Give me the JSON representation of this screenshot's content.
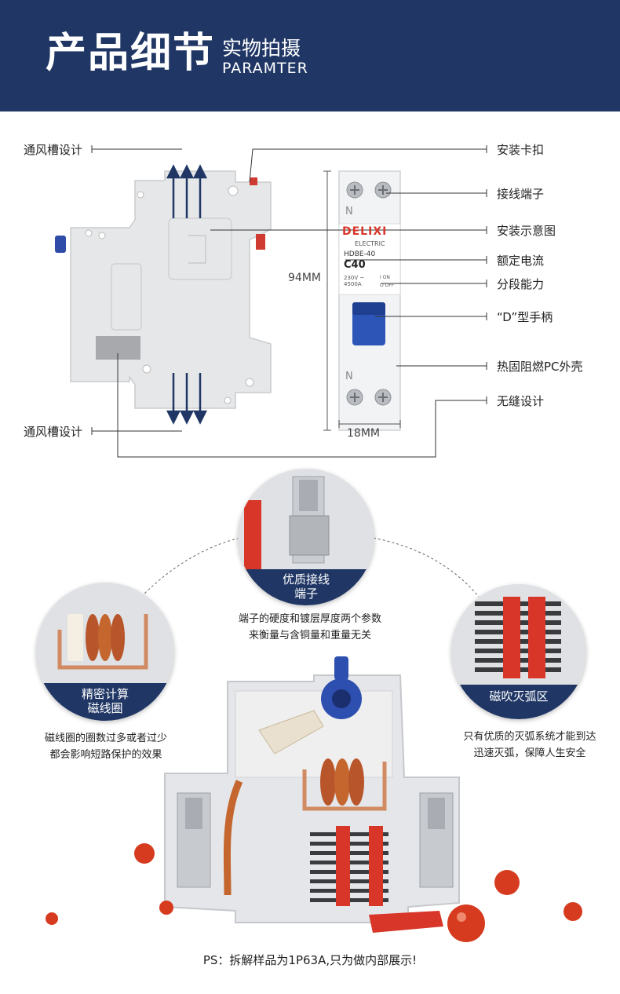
{
  "header": {
    "title": "产品细节",
    "subtitle_cn": "实物拍摄",
    "subtitle_en": "PARAMTER"
  },
  "callouts": {
    "left_top": "通风槽设计",
    "left_bottom": "通风槽设计",
    "right": [
      "安装卡扣",
      "接线端子",
      "安装示意图",
      "额定电流",
      "分段能力",
      "“D”型手柄",
      "热固阻燃PC外壳",
      "无缝设计"
    ]
  },
  "dimensions": {
    "height": "94MM",
    "width": "18MM"
  },
  "device_label": {
    "brand": "DELIXI",
    "sub": "ELECTRIC",
    "model": "HDBE-40",
    "rating": "C40",
    "voltage": "230V ~",
    "breaking": "4500A",
    "on": "I ON",
    "off": "O OFF",
    "neutral": "N"
  },
  "details": {
    "terminal": {
      "title_line1": "优质接线",
      "title_line2": "端子",
      "desc_line1": "端子的硬度和镀层厚度两个参数",
      "desc_line2": "来衡量与含铜量和重量无关"
    },
    "coil": {
      "title_line1": "精密计算",
      "title_line2": "磁线圈",
      "desc_line1": "磁线圈的圈数过多或者过少",
      "desc_line2": "都会影响短路保护的效果"
    },
    "arc": {
      "title": "磁吹灭弧区",
      "desc_line1": "只有优质的灭弧系统才能到达",
      "desc_line2": "迅速灭弧，保障人生安全"
    }
  },
  "footnote": "PS：拆解样品为1P63A,只为做内部展示!",
  "colors": {
    "navy": "#203765",
    "red": "#d9362a",
    "copper": "#c4662e",
    "body_gray": "#e6e7e9"
  }
}
